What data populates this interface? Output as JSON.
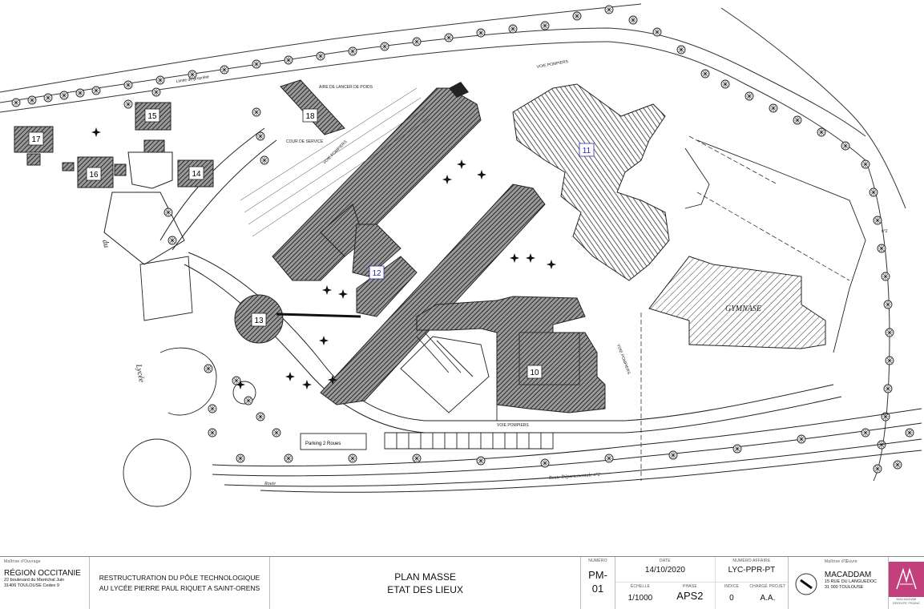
{
  "plan": {
    "building_numbers": [
      "10",
      "11",
      "12",
      "13",
      "14",
      "15",
      "16",
      "17",
      "18"
    ],
    "labels": {
      "voie_pompiers": "VOIE POMPIERS",
      "gymnase": "GYMNASE",
      "parking_2_roues": "Parking 2 Roues",
      "route_departementale": "Route Départementale n°2",
      "route": "Route",
      "lycee": "Lycée",
      "du": "du",
      "n2": "n°2",
      "aire_lancer": "AIRE DE LANCER DE POIDS",
      "cour_service": "COUR DE SERVICE",
      "limite_propriete": "Limite de propriété"
    }
  },
  "cartouche": {
    "owner_heading": "Maîtrise d'Ouvrage",
    "owner_name": "RÉGION OCCITANIE",
    "owner_addr1": "22 boulevard du Maréchal Juin",
    "owner_addr2": "31406 TOULOUSE Cedex 9",
    "project_line1": "RESTRUCTURATION DU PÔLE TECHNOLOGIQUE",
    "project_line2": "AU LYCÉE PIERRE PAUL RIQUET A SAINT-ORENS",
    "title_line1": "PLAN MASSE",
    "title_line2": "ETAT DES LIEUX",
    "numero_label": "NUMÉRO",
    "numero_line1": "PM-",
    "numero_line2": "01",
    "date_label": "DATE",
    "date_value": "14/10/2020",
    "affaire_label": "NUMÉRO AFFAIRE",
    "affaire_value": "LYC-PPR-PT",
    "echelle_label": "ÉCHELLE",
    "echelle_value": "1/1000",
    "phase_label": "PHASE",
    "phase_value": "APS2",
    "indice_label": "INDICE",
    "indice_value": "0",
    "charge_label": "CHARGÉ PROJET",
    "charge_value": "A.A.",
    "arch_heading": "Maîtrise d'Œuvre",
    "arch_name": "MACADDAM",
    "arch_addr1": "15 RUE DU LANGUEDOC",
    "arch_addr2": "31 000 TOULOUSE",
    "logo_text": "MACADDAM GROUPE FRANC"
  },
  "colors": {
    "hatch": "#444444",
    "logo": "#c2407c",
    "line": "#222222"
  }
}
